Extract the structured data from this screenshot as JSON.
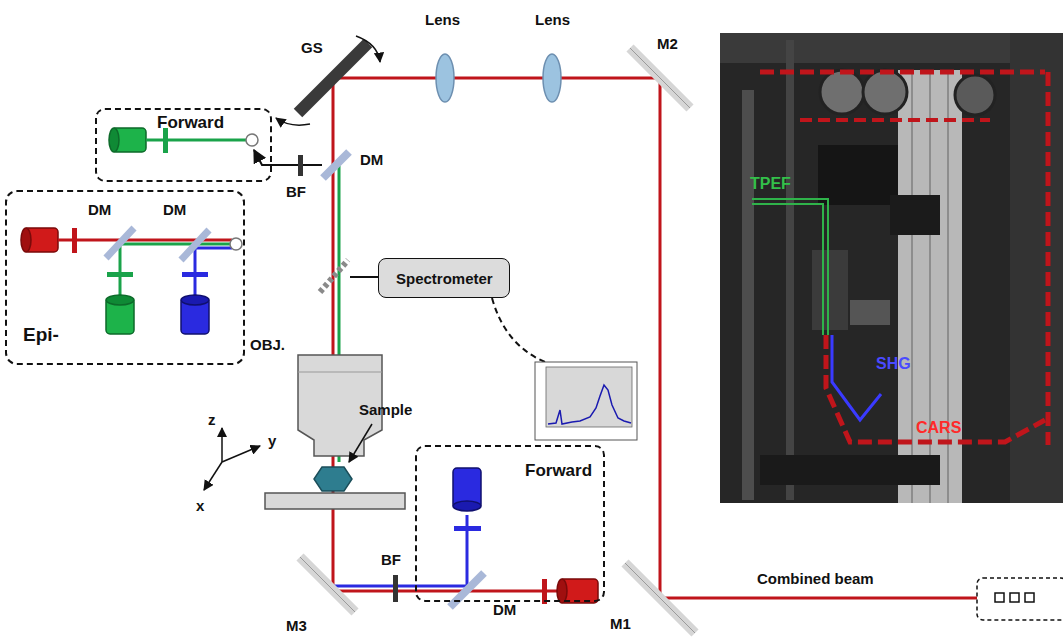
{
  "diagram": {
    "nodes": [
      {
        "text": [
          "Forward"
        ]
      },
      {
        "text": [
          "Epi-"
        ]
      },
      {
        "text": [
          "Spectrometer"
        ]
      },
      {
        "text": [
          "Forward"
        ]
      }
    ],
    "labels": [
      "GS",
      "Lens",
      "Lens",
      "M2",
      "DM",
      "BF",
      "DM",
      "DM",
      "OBJ.",
      "Sample",
      "z",
      "y",
      "x",
      "M3",
      "BF",
      "DM",
      "M1",
      "Combined beam",
      "TPEF",
      "SHG",
      "CARS"
    ]
  }
}
